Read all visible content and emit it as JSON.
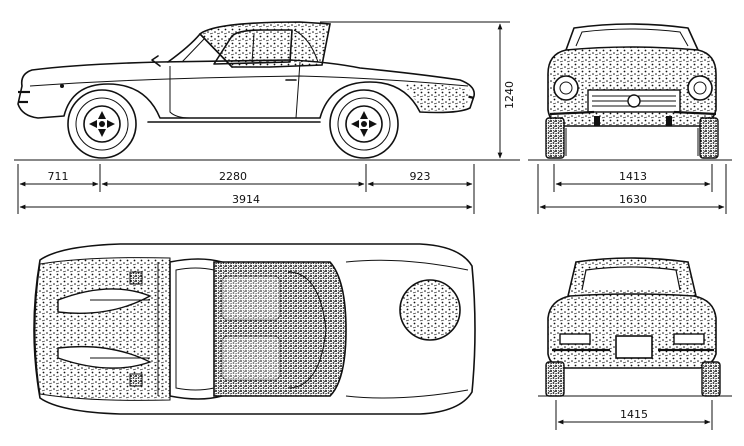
{
  "dimensions": {
    "overhang_front": "711",
    "wheelbase": "2280",
    "overhang_rear": "923",
    "length": "3914",
    "height": "1240",
    "track_front": "1413",
    "width": "1630",
    "track_rear": "1415"
  }
}
